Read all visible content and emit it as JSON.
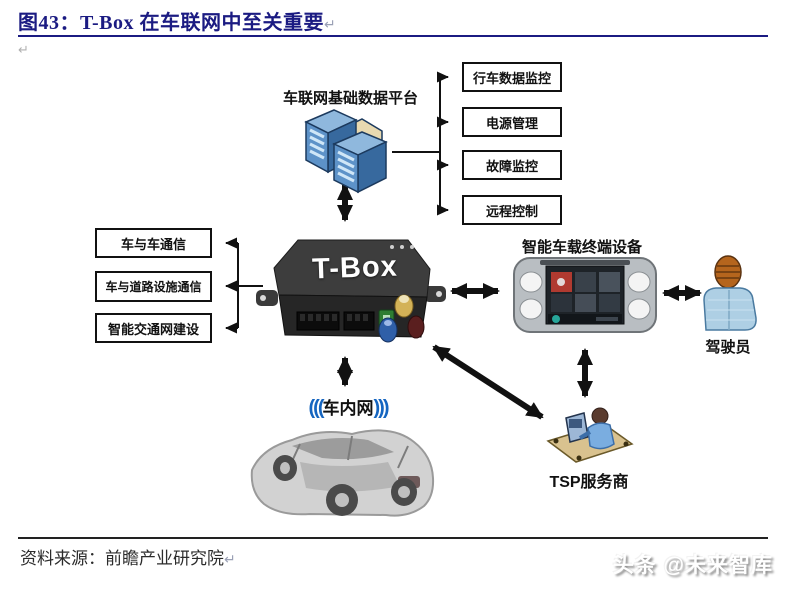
{
  "header": {
    "figure_title": "图43：T-Box 在车联网中至关重要",
    "return_mark": "↵"
  },
  "diagram": {
    "platform": {
      "label": "车联网基础数据平台",
      "icon": "server-cluster-icon"
    },
    "platform_functions": [
      "行车数据监控",
      "电源管理",
      "故障监控",
      "远程控制"
    ],
    "v2x_items": [
      "车与车通信",
      "车与道路设施通信",
      "智能交通网建设"
    ],
    "tbox": {
      "label": "T-Box",
      "icon": "tbox-device-icon"
    },
    "terminal": {
      "label": "智能车载终端设备",
      "icon": "infotainment-head-unit-icon"
    },
    "driver": {
      "label": "驾驶员",
      "icon": "driver-person-icon"
    },
    "in_vehicle_network": {
      "left_arcs": "(((",
      "label": "车内网",
      "right_arcs": ")))",
      "icon": "car-xray-icon"
    },
    "tsp": {
      "label": "TSP服务商",
      "icon": "operator-at-laptop-icon"
    }
  },
  "footer": {
    "source": "资料来源：前瞻产业研究院",
    "return_mark": "↵",
    "watermark": "头条 @未来智库"
  },
  "colors": {
    "title_navy": "#1b1b82",
    "line_black": "#111111",
    "server_blue": "#5d92c8",
    "server_blue_dark": "#37699e",
    "wifi_blue": "#1565c0",
    "tbox_black": "#2e2e2e",
    "watermark_shadow": "#8c8c8c"
  }
}
